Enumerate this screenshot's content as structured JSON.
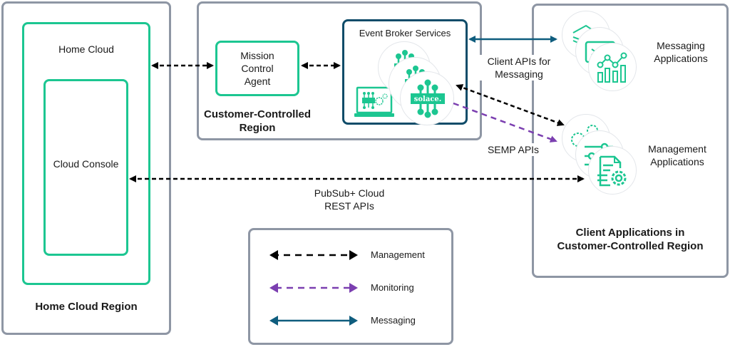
{
  "home_region": {
    "title": "Home Cloud Region",
    "home_cloud_label": "Home Cloud",
    "cloud_console_label": "Cloud Console"
  },
  "customer_region": {
    "title_line1": "Customer-Controlled",
    "title_line2": "Region",
    "mission_control_line1": "Mission",
    "mission_control_line2": "Control",
    "mission_control_line3": "Agent",
    "event_broker_label": "Event Broker Services",
    "broker_logo_text": "solace."
  },
  "client_region": {
    "title_line1": "Client Applications in",
    "title_line2": "Customer-Controlled Region",
    "messaging_apps_line1": "Messaging",
    "messaging_apps_line2": "Applications",
    "management_apps_line1": "Management",
    "management_apps_line2": "Applications"
  },
  "connections": {
    "client_apis_line1": "Client APIs for",
    "client_apis_line2": "Messaging",
    "semp_apis": "SEMP APIs",
    "rest_apis_line1": "PubSub+ Cloud",
    "rest_apis_line2": "REST APIs"
  },
  "legend": {
    "items": [
      {
        "label": "Management",
        "style": "dashed",
        "color": "#000000"
      },
      {
        "label": "Monitoring",
        "style": "dashed",
        "color": "#7b3fb0"
      },
      {
        "label": "Messaging",
        "style": "solid",
        "color": "#0f5d7e"
      }
    ]
  },
  "colors": {
    "region_border": "#8e96a4",
    "accent_green": "#1cc691",
    "broker_navy": "#0f4c69",
    "management": "#000000",
    "monitoring": "#7b3fb0",
    "messaging": "#0f5d7e"
  }
}
